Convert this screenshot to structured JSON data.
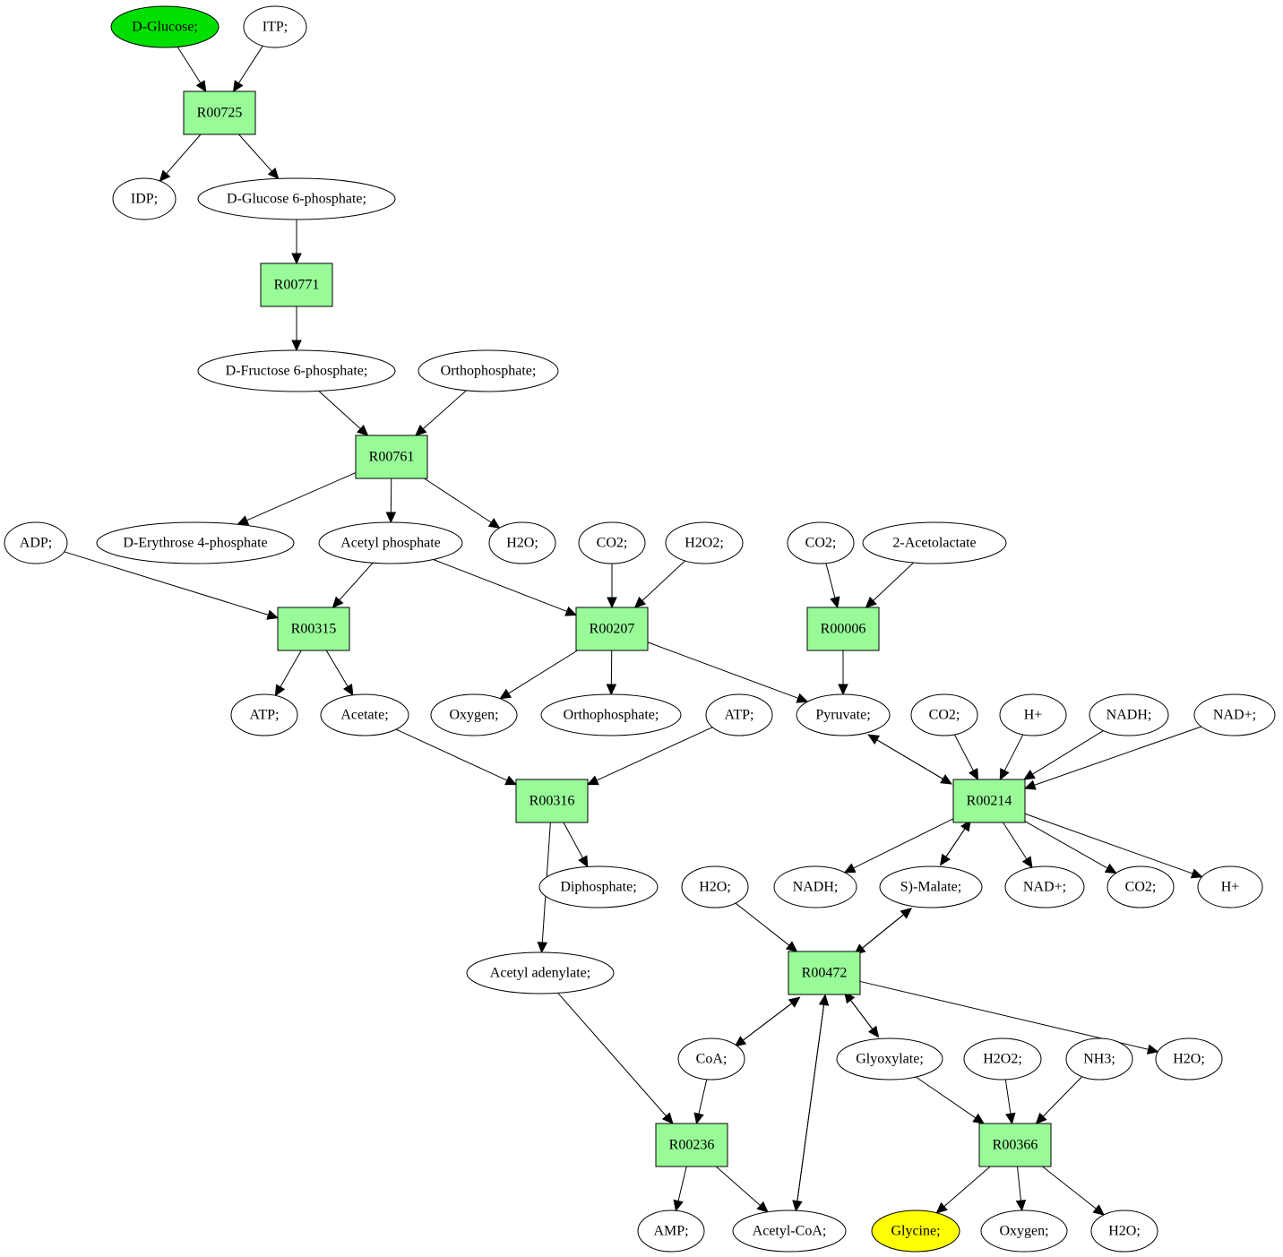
{
  "diagram": {
    "title": "",
    "reactions": [
      {
        "id": "r1",
        "label": "R00725"
      },
      {
        "id": "r2",
        "label": "R00771"
      },
      {
        "id": "r3",
        "label": "R00761"
      },
      {
        "id": "r4",
        "label": "R00315"
      },
      {
        "id": "r5",
        "label": "R00207"
      },
      {
        "id": "r6",
        "label": "R00006"
      },
      {
        "id": "r7",
        "label": "R00316"
      },
      {
        "id": "r8",
        "label": "R00214"
      },
      {
        "id": "r9",
        "label": "R00472"
      },
      {
        "id": "r10",
        "label": "R00236"
      },
      {
        "id": "r11",
        "label": "R00366"
      }
    ],
    "compounds": [
      {
        "id": "dglucose",
        "label": "D-Glucose;",
        "highlight": "start",
        "color": "#00e000"
      },
      {
        "id": "itp",
        "label": "ITP;"
      },
      {
        "id": "idp",
        "label": "IDP;"
      },
      {
        "id": "g6p",
        "label": "D-Glucose 6-phosphate;"
      },
      {
        "id": "f6p",
        "label": "D-Fructose 6-phosphate;"
      },
      {
        "id": "orthop1",
        "label": "Orthophosphate;"
      },
      {
        "id": "adp",
        "label": "ADP;"
      },
      {
        "id": "e4p",
        "label": "D-Erythrose 4-phosphate"
      },
      {
        "id": "acetylp",
        "label": "Acetyl phosphate"
      },
      {
        "id": "h2o1",
        "label": "H2O;"
      },
      {
        "id": "co2a",
        "label": "CO2;"
      },
      {
        "id": "h2o2a",
        "label": "H2O2;"
      },
      {
        "id": "co2b",
        "label": "CO2;"
      },
      {
        "id": "acetolactate",
        "label": "2-Acetolactate"
      },
      {
        "id": "atp1",
        "label": "ATP;"
      },
      {
        "id": "acetate",
        "label": "Acetate;"
      },
      {
        "id": "oxygen1",
        "label": "Oxygen;"
      },
      {
        "id": "orthop2",
        "label": "Orthophosphate;"
      },
      {
        "id": "atp2",
        "label": "ATP;"
      },
      {
        "id": "pyruvate",
        "label": "Pyruvate;"
      },
      {
        "id": "co2c",
        "label": "CO2;"
      },
      {
        "id": "hplus1",
        "label": "H+"
      },
      {
        "id": "nadh1",
        "label": "NADH;"
      },
      {
        "id": "nadp1",
        "label": "NAD+;"
      },
      {
        "id": "diphosphate",
        "label": "Diphosphate;"
      },
      {
        "id": "h2o2",
        "label": "H2O;"
      },
      {
        "id": "nadh2",
        "label": "NADH;"
      },
      {
        "id": "smalate",
        "label": "S)-Malate;"
      },
      {
        "id": "nadp2",
        "label": "NAD+;"
      },
      {
        "id": "co2d",
        "label": "CO2;"
      },
      {
        "id": "hplus2",
        "label": "H+"
      },
      {
        "id": "acetyladenylate",
        "label": "Acetyl adenylate;"
      },
      {
        "id": "coa",
        "label": "CoA;"
      },
      {
        "id": "glyoxylate",
        "label": "Glyoxylate;"
      },
      {
        "id": "h2o2b",
        "label": "H2O2;"
      },
      {
        "id": "nh3",
        "label": "NH3;"
      },
      {
        "id": "h2o3",
        "label": "H2O;"
      },
      {
        "id": "amp",
        "label": "AMP;"
      },
      {
        "id": "acetylcoa",
        "label": "Acetyl-CoA;"
      },
      {
        "id": "glycine",
        "label": "Glycine;",
        "highlight": "end",
        "color": "#ffff00"
      },
      {
        "id": "oxygen2",
        "label": "Oxygen;"
      },
      {
        "id": "h2o4",
        "label": "H2O;"
      }
    ],
    "edges": [
      {
        "from": "dglucose",
        "to": "r1"
      },
      {
        "from": "itp",
        "to": "r1"
      },
      {
        "from": "r1",
        "to": "idp"
      },
      {
        "from": "r1",
        "to": "g6p"
      },
      {
        "from": "g6p",
        "to": "r2"
      },
      {
        "from": "r2",
        "to": "f6p"
      },
      {
        "from": "f6p",
        "to": "r3"
      },
      {
        "from": "orthop1",
        "to": "r3"
      },
      {
        "from": "r3",
        "to": "e4p"
      },
      {
        "from": "r3",
        "to": "acetylp"
      },
      {
        "from": "r3",
        "to": "h2o1"
      },
      {
        "from": "adp",
        "to": "r4"
      },
      {
        "from": "acetylp",
        "to": "r4"
      },
      {
        "from": "acetylp",
        "to": "r5"
      },
      {
        "from": "co2a",
        "to": "r5"
      },
      {
        "from": "h2o2a",
        "to": "r5"
      },
      {
        "from": "co2b",
        "to": "r6"
      },
      {
        "from": "acetolactate",
        "to": "r6"
      },
      {
        "from": "r4",
        "to": "atp1"
      },
      {
        "from": "r4",
        "to": "acetate"
      },
      {
        "from": "r5",
        "to": "oxygen1"
      },
      {
        "from": "r5",
        "to": "orthop2"
      },
      {
        "from": "r5",
        "to": "pyruvate"
      },
      {
        "from": "r6",
        "to": "pyruvate"
      },
      {
        "from": "acetate",
        "to": "r7"
      },
      {
        "from": "atp2",
        "to": "r7"
      },
      {
        "from": "pyruvate",
        "to": "r8"
      },
      {
        "from": "r8",
        "to": "pyruvate"
      },
      {
        "from": "co2c",
        "to": "r8"
      },
      {
        "from": "hplus1",
        "to": "r8"
      },
      {
        "from": "nadh1",
        "to": "r8"
      },
      {
        "from": "nadp1",
        "to": "r8"
      },
      {
        "from": "r7",
        "to": "diphosphate"
      },
      {
        "from": "r7",
        "to": "acetyladenylate"
      },
      {
        "from": "r8",
        "to": "nadh2"
      },
      {
        "from": "r8",
        "to": "smalate"
      },
      {
        "from": "smalate",
        "to": "r8"
      },
      {
        "from": "r8",
        "to": "nadp2"
      },
      {
        "from": "r8",
        "to": "co2d"
      },
      {
        "from": "r8",
        "to": "hplus2"
      },
      {
        "from": "h2o2",
        "to": "r9"
      },
      {
        "from": "smalate",
        "to": "r9"
      },
      {
        "from": "r9",
        "to": "smalate"
      },
      {
        "from": "r9",
        "to": "h2o3"
      },
      {
        "from": "r9",
        "to": "coa"
      },
      {
        "from": "coa",
        "to": "r9"
      },
      {
        "from": "r9",
        "to": "glyoxylate"
      },
      {
        "from": "glyoxylate",
        "to": "r9"
      },
      {
        "from": "r9",
        "to": "acetylcoa"
      },
      {
        "from": "acetylcoa",
        "to": "r9"
      },
      {
        "from": "acetyladenylate",
        "to": "r10"
      },
      {
        "from": "coa",
        "to": "r10"
      },
      {
        "from": "glyoxylate",
        "to": "r11"
      },
      {
        "from": "h2o2b",
        "to": "r11"
      },
      {
        "from": "nh3",
        "to": "r11"
      },
      {
        "from": "r10",
        "to": "amp"
      },
      {
        "from": "r10",
        "to": "acetylcoa"
      },
      {
        "from": "r11",
        "to": "glycine"
      },
      {
        "from": "r11",
        "to": "oxygen2"
      },
      {
        "from": "r11",
        "to": "h2o4"
      }
    ]
  }
}
